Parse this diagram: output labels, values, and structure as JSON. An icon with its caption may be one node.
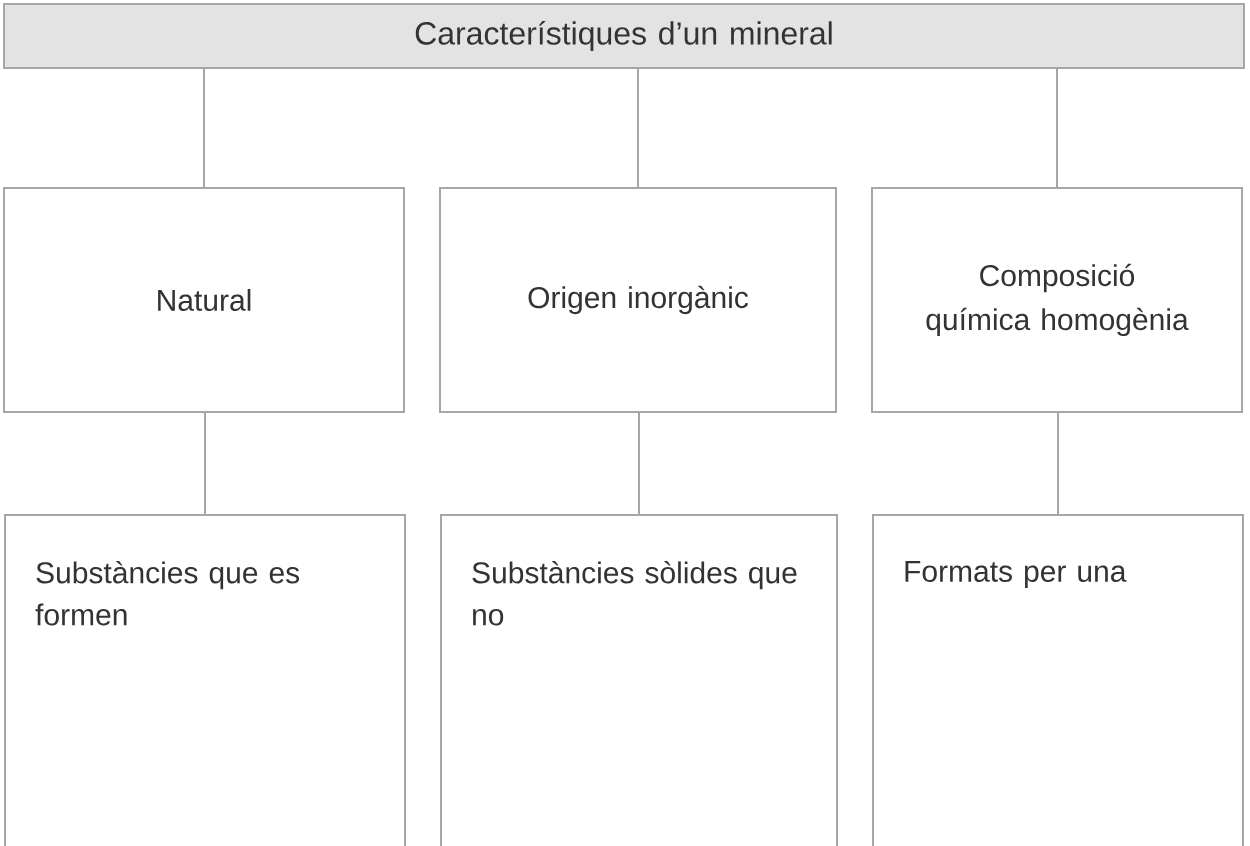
{
  "diagram": {
    "nodes": [
      {
        "text": [
          "Característiques d’un mineral"
        ]
      },
      {
        "text": [
          "Natural"
        ]
      },
      {
        "text": [
          "Origen inorgànic"
        ]
      },
      {
        "text": [
          "Composició química homogènia"
        ]
      },
      {
        "text": [
          "Substàncies que es formen"
        ]
      },
      {
        "text": [
          "Substàncies sòlides que no"
        ]
      },
      {
        "text": [
          "Formats per una"
        ]
      }
    ],
    "edges": [
      {
        "from": 0,
        "to": 1,
        "arrow": "none"
      },
      {
        "from": 0,
        "to": 2,
        "arrow": "none"
      },
      {
        "from": 0,
        "to": 3,
        "arrow": "none"
      },
      {
        "from": 1,
        "to": 4,
        "arrow": "none"
      },
      {
        "from": 2,
        "to": 5,
        "arrow": "none"
      },
      {
        "from": 3,
        "to": 6,
        "arrow": "none"
      }
    ]
  }
}
